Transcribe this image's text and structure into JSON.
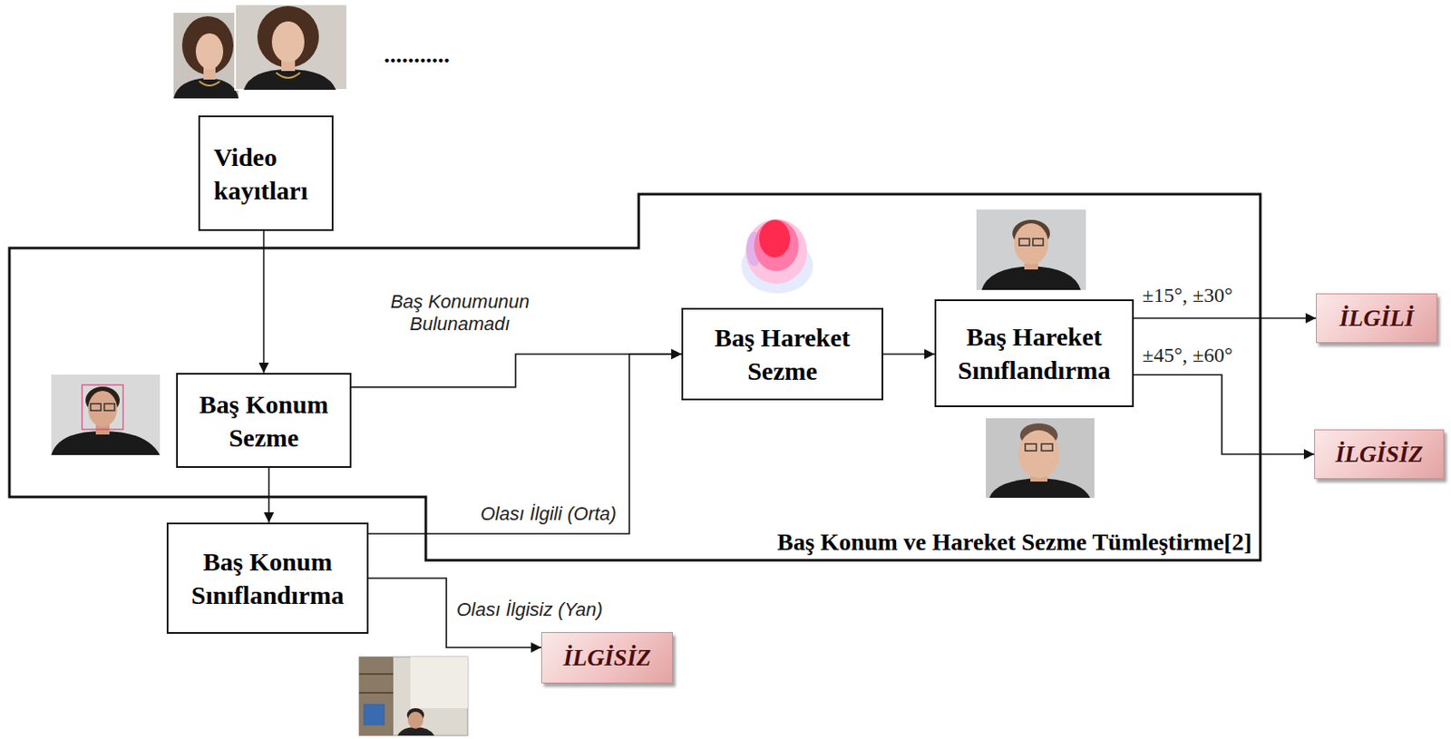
{
  "diagram": {
    "nodes": [
      {
        "text": [
          "Video kayıtları"
        ]
      },
      {
        "text": [
          "Baş Konum ve Hareket Sezme Tümleştirme[2]"
        ]
      },
      {
        "text": [
          "Baş Konum Sezme"
        ],
        "in": 1
      },
      {
        "text": [
          "Baş Hareket Sezme"
        ],
        "in": 1
      },
      {
        "text": [
          "Baş Hareket Sınıflandırma"
        ],
        "in": 1
      },
      {
        "text": [
          "İLGİLİ"
        ]
      },
      {
        "text": [
          "İLGİSİZ"
        ]
      },
      {
        "text": [
          "Baş Konum Sınıflandırma"
        ]
      },
      {
        "text": [
          "İLGİSİZ"
        ]
      }
    ],
    "edges": [
      {
        "from": 0,
        "to": 2,
        "arrow": "to"
      },
      {
        "from": 2,
        "to": 3,
        "label": "Baş Konumunun Bulunamadı",
        "arrow": "to"
      },
      {
        "from": 2,
        "to": 7,
        "arrow": "to"
      },
      {
        "from": 7,
        "to": 3,
        "label": "Olası İlgili (Orta)",
        "arrow": "to"
      },
      {
        "from": 7,
        "to": 8,
        "label": "Olası İlgisiz (Yan)",
        "arrow": "to"
      },
      {
        "from": 3,
        "to": 4,
        "arrow": "to"
      },
      {
        "from": 4,
        "to": 5,
        "label": "±15°, ±30°",
        "arrow": "to"
      },
      {
        "from": 4,
        "to": 6,
        "label": "±45°, ±60°",
        "arrow": "to"
      }
    ],
    "labels": [
      "..........."
    ]
  }
}
